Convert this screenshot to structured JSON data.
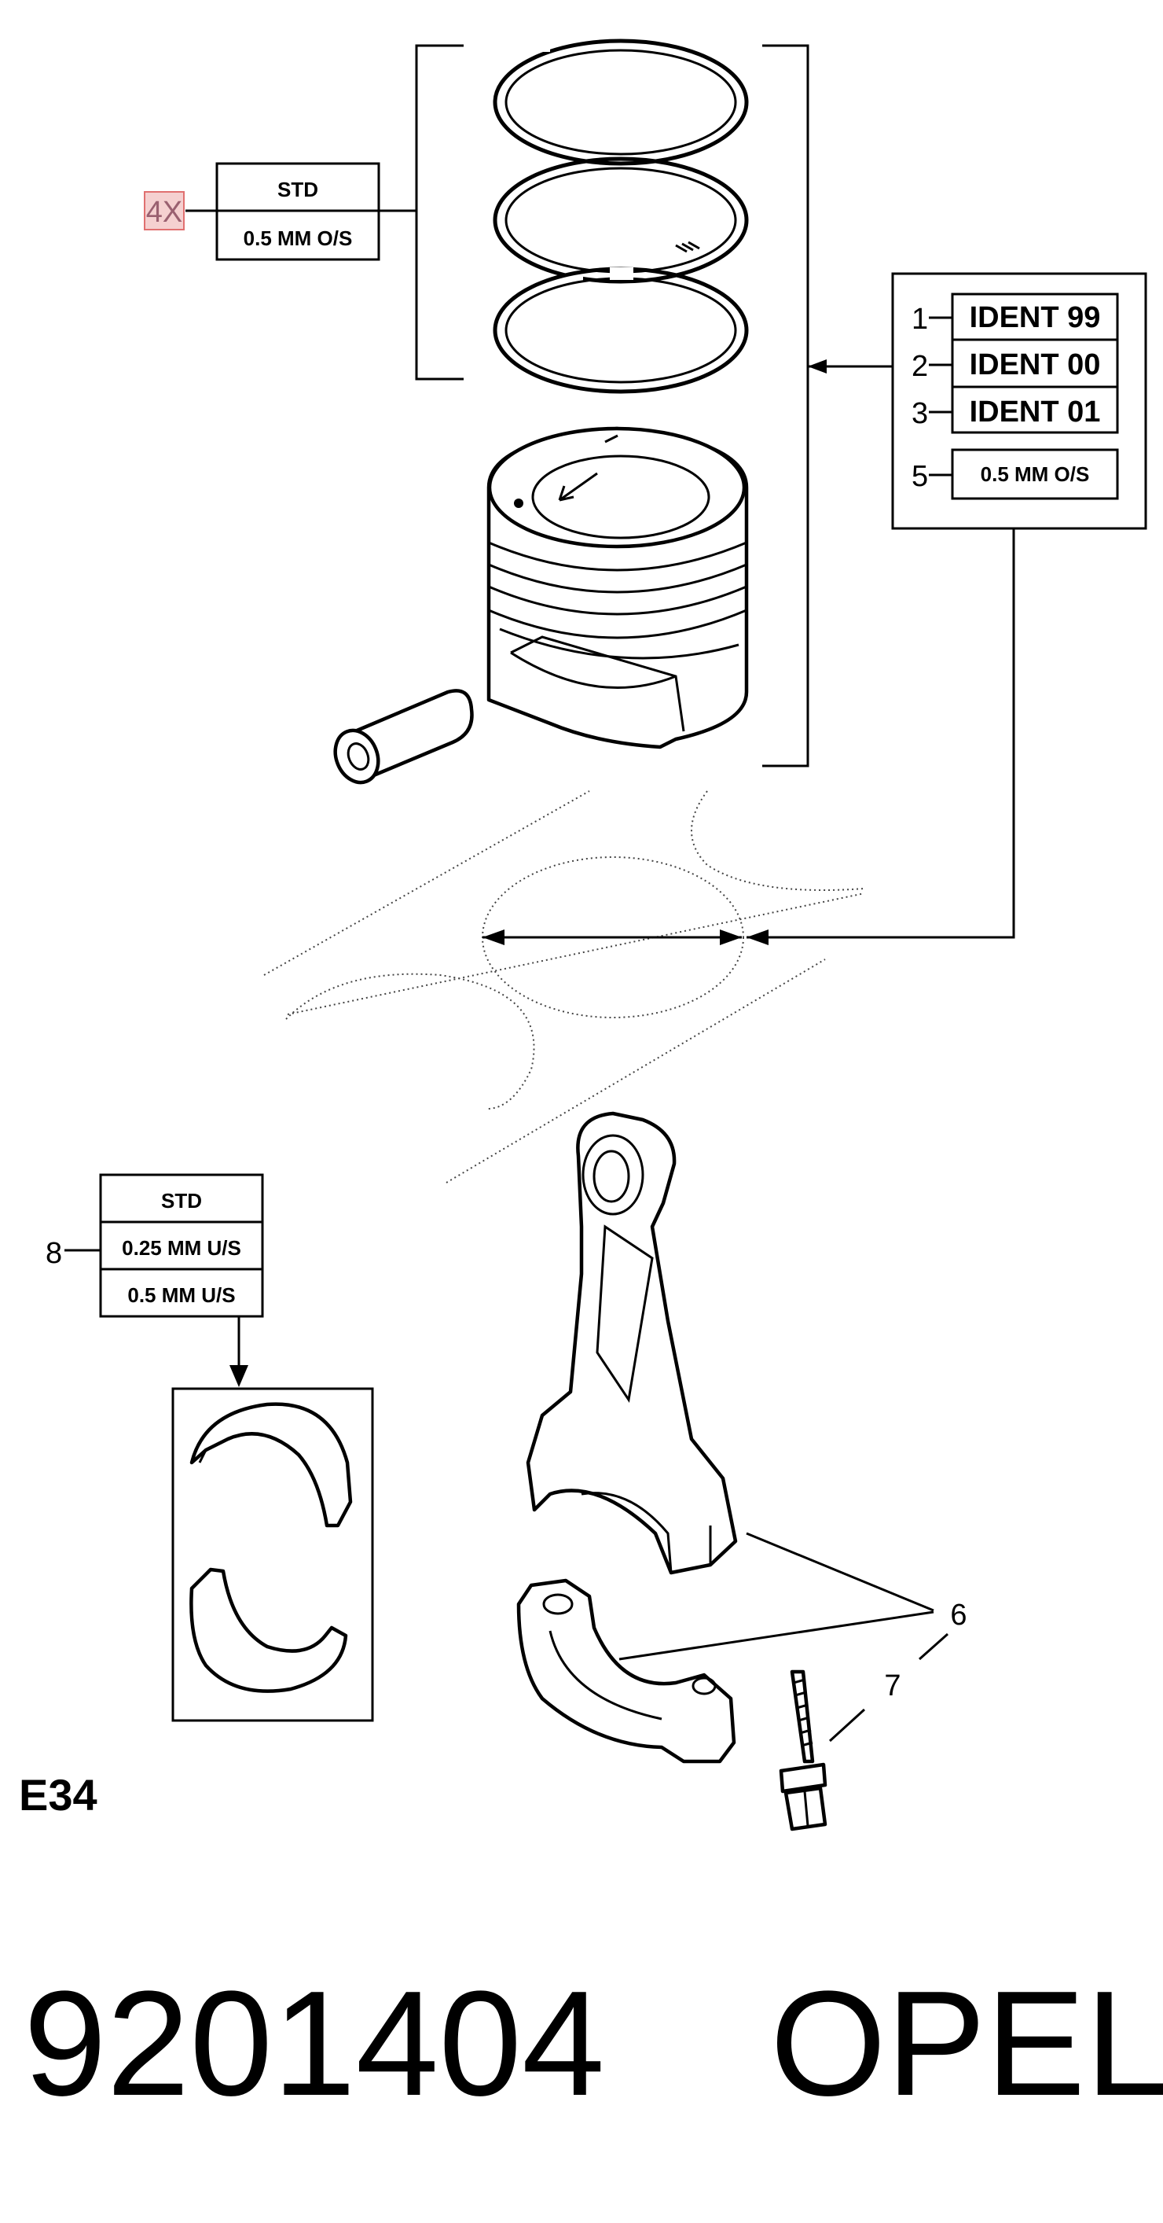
{
  "rings_box": {
    "multiplier": "4X",
    "options": [
      "STD",
      "0.5 MM O/S"
    ]
  },
  "ident_box": {
    "rows": [
      {
        "num": "1",
        "label": "IDENT 99"
      },
      {
        "num": "2",
        "label": "IDENT 00"
      },
      {
        "num": "3",
        "label": "IDENT 01"
      },
      {
        "num": "5",
        "label": "0.5 MM O/S"
      }
    ]
  },
  "bearing_box": {
    "num": "8",
    "options": [
      "STD",
      "0.25 MM U/S",
      "0.5 MM U/S"
    ]
  },
  "callouts": {
    "conrod": "6",
    "bolt": "7"
  },
  "diagram_code": "E34",
  "part_number": "9201404",
  "brand": "OPEL",
  "colors": {
    "highlight_fill": "#f5d0d0",
    "highlight_stroke": "#e07070",
    "ink": "#000000"
  }
}
